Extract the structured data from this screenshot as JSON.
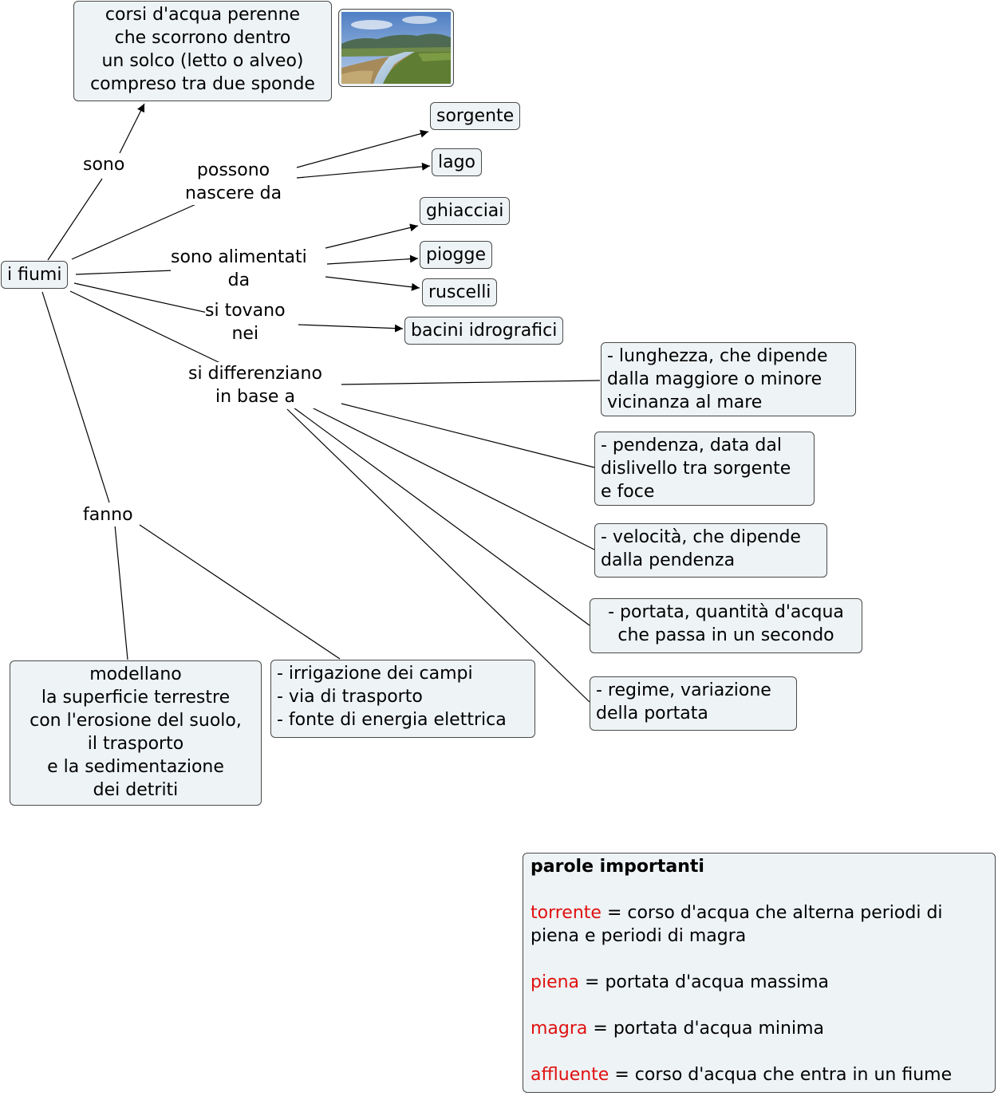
{
  "nodes": {
    "root": "i fiumi",
    "definition": "corsi d'acqua perenne\nche scorrono dentro\nun solco (letto o alveo)\ncompreso tra due sponde",
    "sorgente": "sorgente",
    "lago": "lago",
    "ghiacciai": "ghiacciai",
    "piogge": "piogge",
    "ruscelli": "ruscelli",
    "bacini": "bacini idrografici",
    "lunghezza": "- lunghezza, che dipende\ndalla maggiore o minore\nvicinanza al mare",
    "pendenza": "- pendenza, data dal\ndislivello tra sorgente\ne foce",
    "velocita": "- velocità, che dipende\ndalla pendenza",
    "portata": "- portata, quantità d'acqua\nche passa in un secondo",
    "regime": "- regime, variazione\ndella portata",
    "modellano": "modellano\nla superficie terrestre\ncon l'erosione del suolo,\nil trasporto\ne la sedimentazione\ndei detriti",
    "usi": "- irrigazione dei campi\n- via di trasporto\n- fonte di energia elettrica"
  },
  "link_labels": {
    "sono": "sono",
    "possono": "possono\nnascere da",
    "alimentati": "sono alimentati\nda",
    "trovano": "si tovano\nnei",
    "differenziano": "si differenziano\nin base a",
    "fanno": "fanno"
  },
  "image": {
    "subject": "river-landscape-photo"
  },
  "legend": {
    "title": "parole importanti",
    "entries": [
      {
        "term": "torrente",
        "definition": " = corso d'acqua che alterna periodi di\npiena e periodi di magra"
      },
      {
        "term": "piena",
        "definition": " = portata d'acqua massima"
      },
      {
        "term": "magra",
        "definition": " = portata d'acqua minima"
      },
      {
        "term": "affluente",
        "definition": " = corso d'acqua che entra in un fiume"
      }
    ]
  },
  "colors": {
    "node_fill": "#eef3f5",
    "node_border": "#4a4a4a",
    "keyword": "#e01010"
  }
}
